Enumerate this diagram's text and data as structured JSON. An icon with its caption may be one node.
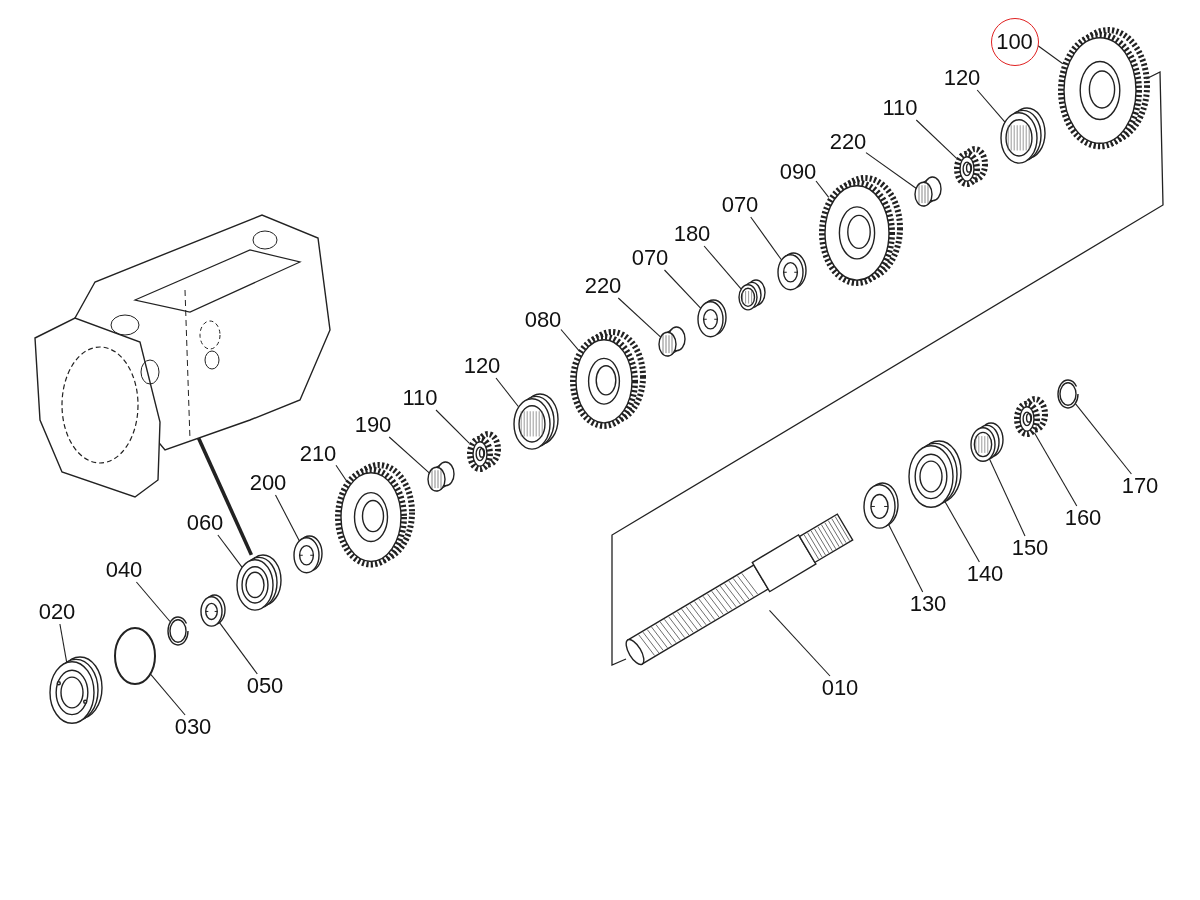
{
  "diagram": {
    "nodes": [
      {
        "text": [
          "100"
        ]
      },
      {
        "text": [
          "120"
        ]
      },
      {
        "text": [
          "110"
        ]
      },
      {
        "text": [
          "220"
        ]
      },
      {
        "text": [
          "090"
        ]
      },
      {
        "text": [
          "070"
        ]
      },
      {
        "text": [
          "180"
        ]
      },
      {
        "text": [
          "070"
        ]
      },
      {
        "text": [
          "220"
        ]
      },
      {
        "text": [
          "080"
        ]
      },
      {
        "text": [
          "120"
        ]
      },
      {
        "text": [
          "110"
        ]
      },
      {
        "text": [
          "190"
        ]
      },
      {
        "text": [
          "210"
        ]
      },
      {
        "text": [
          "200"
        ]
      },
      {
        "text": [
          "060"
        ]
      },
      {
        "text": [
          "040"
        ]
      },
      {
        "text": [
          "020"
        ]
      },
      {
        "text": [
          "030"
        ]
      },
      {
        "text": [
          "050"
        ]
      },
      {
        "text": [
          "010"
        ]
      },
      {
        "text": [
          "130"
        ]
      },
      {
        "text": [
          "140"
        ]
      },
      {
        "text": [
          "150"
        ]
      },
      {
        "text": [
          "160"
        ]
      },
      {
        "text": [
          "170"
        ]
      },
      {
        "text": [],
        "shape": "picture"
      },
      {
        "text": [],
        "shape": "picture"
      },
      {
        "text": [],
        "shape": "picture"
      },
      {
        "text": [],
        "shape": "picture"
      },
      {
        "text": [],
        "shape": "picture"
      },
      {
        "text": [],
        "shape": "picture"
      },
      {
        "text": [],
        "shape": "picture"
      },
      {
        "text": [],
        "shape": "picture"
      },
      {
        "text": [],
        "shape": "picture"
      },
      {
        "text": [],
        "shape": "picture"
      },
      {
        "text": [],
        "shape": "picture"
      },
      {
        "text": [],
        "shape": "picture"
      },
      {
        "text": [],
        "shape": "picture"
      },
      {
        "text": [],
        "shape": "picture"
      },
      {
        "text": [],
        "shape": "picture"
      },
      {
        "text": [],
        "shape": "picture"
      },
      {
        "text": [],
        "shape": "picture"
      },
      {
        "text": [],
        "shape": "picture"
      },
      {
        "text": [],
        "shape": "picture"
      },
      {
        "text": [],
        "shape": "circle"
      },
      {
        "text": [],
        "shape": "picture"
      },
      {
        "text": [],
        "shape": "picture"
      },
      {
        "text": [],
        "shape": "picture"
      },
      {
        "text": [],
        "shape": "picture"
      },
      {
        "text": [],
        "shape": "picture"
      },
      {
        "text": [],
        "shape": "picture"
      },
      {
        "text": [],
        "shape": "picture"
      }
    ],
    "edges": [
      {
        "from": 0,
        "to": 27,
        "arrow": "none"
      },
      {
        "from": 1,
        "to": 28,
        "arrow": "none"
      },
      {
        "from": 2,
        "to": 29,
        "arrow": "none"
      },
      {
        "from": 3,
        "to": 30,
        "arrow": "none"
      },
      {
        "from": 4,
        "to": 31,
        "arrow": "none"
      },
      {
        "from": 5,
        "to": 32,
        "arrow": "none"
      },
      {
        "from": 6,
        "to": 33,
        "arrow": "none"
      },
      {
        "from": 7,
        "to": 34,
        "arrow": "none"
      },
      {
        "from": 8,
        "to": 35,
        "arrow": "none"
      },
      {
        "from": 9,
        "to": 36,
        "arrow": "none"
      },
      {
        "from": 10,
        "to": 37,
        "arrow": "none"
      },
      {
        "from": 11,
        "to": 38,
        "arrow": "none"
      },
      {
        "from": 12,
        "to": 39,
        "arrow": "none"
      },
      {
        "from": 13,
        "to": 40,
        "arrow": "none"
      },
      {
        "from": 14,
        "to": 41,
        "arrow": "none"
      },
      {
        "from": 15,
        "to": 42,
        "arrow": "none"
      },
      {
        "from": 16,
        "to": 43,
        "arrow": "none"
      },
      {
        "from": 17,
        "to": 44,
        "arrow": "none"
      },
      {
        "from": 18,
        "to": 45,
        "arrow": "none"
      },
      {
        "from": 19,
        "to": 46,
        "arrow": "none"
      },
      {
        "from": 20,
        "to": 47,
        "arrow": "none"
      },
      {
        "from": 21,
        "to": 48,
        "arrow": "none"
      },
      {
        "from": 22,
        "to": 49,
        "arrow": "none"
      },
      {
        "from": 23,
        "to": 50,
        "arrow": "none"
      },
      {
        "from": 24,
        "to": 51,
        "arrow": "none"
      },
      {
        "from": 25,
        "to": 52,
        "arrow": "none"
      },
      {
        "from": 26,
        "to": 42,
        "arrow": "none",
        "style": "thick"
      }
    ]
  }
}
